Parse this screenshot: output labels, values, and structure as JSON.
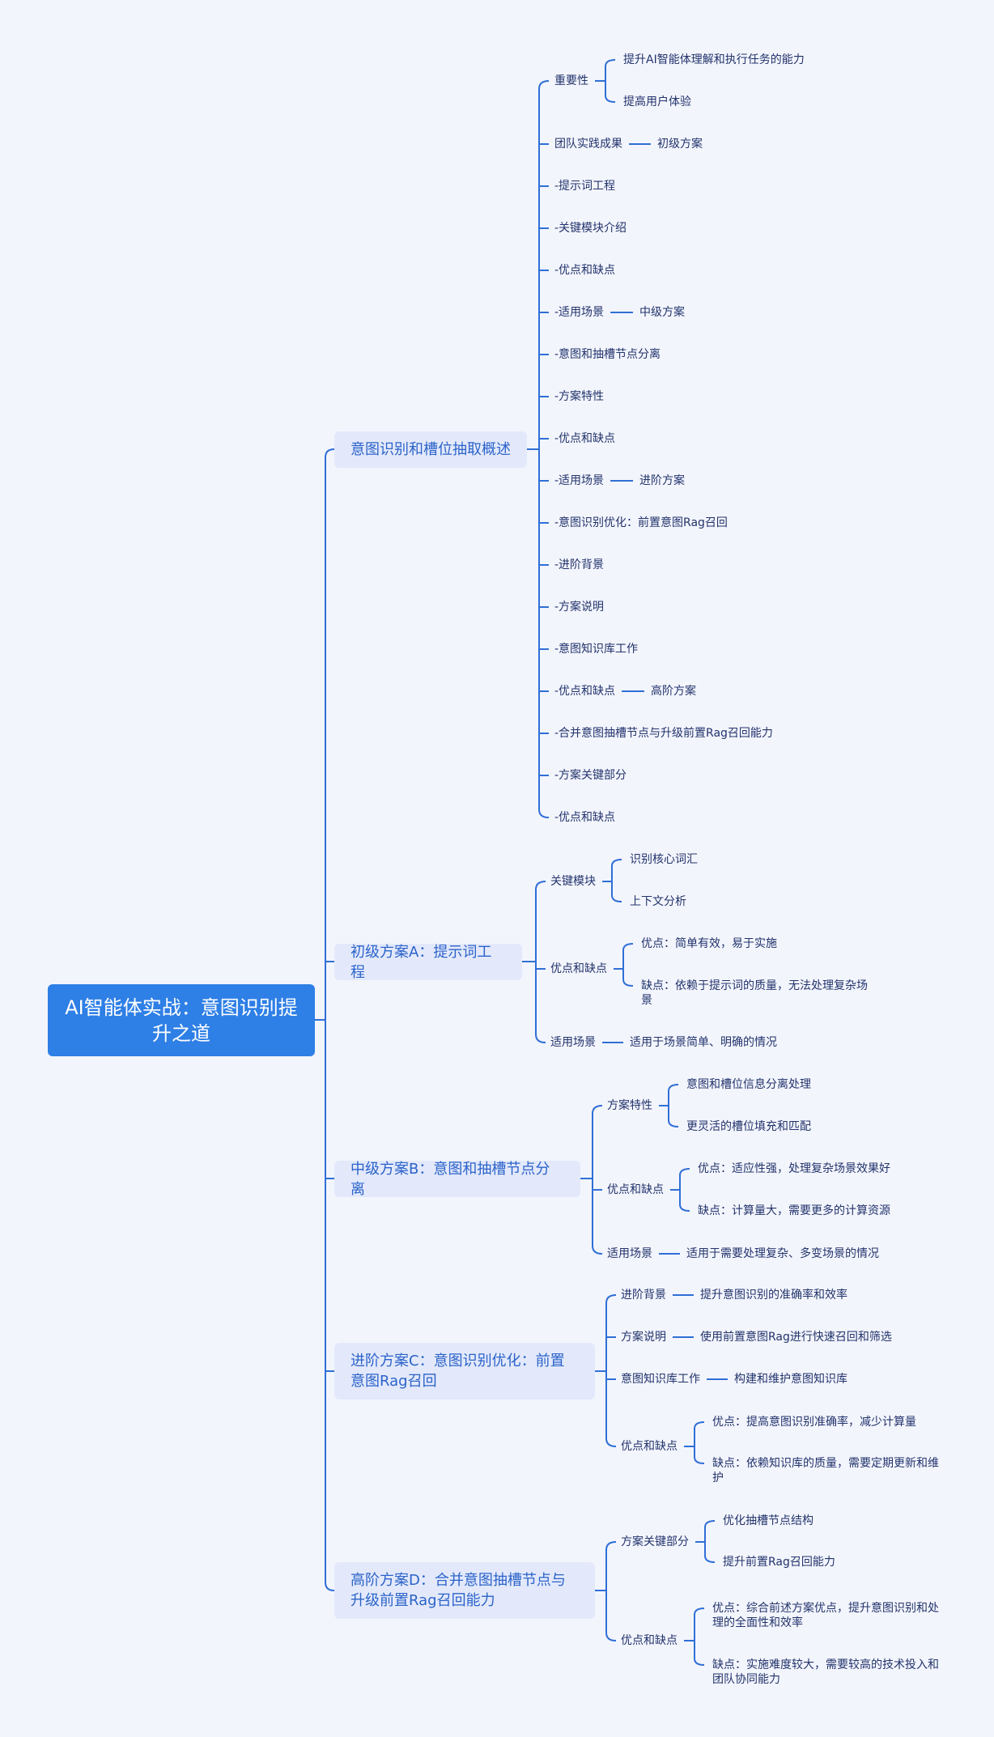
{
  "root": {
    "title": "AI智能体实战：意图识别提升之道"
  },
  "branches": [
    {
      "title": "意图识别和槽位抽取概述",
      "items": [
        {
          "label": "重要性",
          "children": [
            "提升AI智能体理解和执行任务的能力",
            "提高用户体验"
          ]
        },
        {
          "label": "团队实践成果",
          "children": [
            "初级方案"
          ]
        },
        {
          "label": "-提示词工程"
        },
        {
          "label": "-关键模块介绍"
        },
        {
          "label": "-优点和缺点"
        },
        {
          "label": "-适用场景",
          "children": [
            "中级方案"
          ]
        },
        {
          "label": "-意图和抽槽节点分离"
        },
        {
          "label": "-方案特性"
        },
        {
          "label": "-优点和缺点"
        },
        {
          "label": "-适用场景",
          "children": [
            "进阶方案"
          ]
        },
        {
          "label": "-意图识别优化：前置意图Rag召回"
        },
        {
          "label": "-进阶背景"
        },
        {
          "label": "-方案说明"
        },
        {
          "label": "-意图知识库工作"
        },
        {
          "label": "-优点和缺点",
          "children": [
            "高阶方案"
          ]
        },
        {
          "label": "-合并意图抽槽节点与升级前置Rag召回能力"
        },
        {
          "label": "-方案关键部分"
        },
        {
          "label": "-优点和缺点"
        }
      ]
    },
    {
      "title": "初级方案A：提示词工程",
      "items": [
        {
          "label": "关键模块",
          "children": [
            "识别核心词汇",
            "上下文分析"
          ]
        },
        {
          "label": "优点和缺点",
          "children": [
            "优点：简单有效，易于实施",
            "缺点：依赖于提示词的质量，无法处理复杂场景"
          ]
        },
        {
          "label": "适用场景",
          "children": [
            "适用于场景简单、明确的情况"
          ]
        }
      ]
    },
    {
      "title": "中级方案B：意图和抽槽节点分离",
      "items": [
        {
          "label": "方案特性",
          "children": [
            "意图和槽位信息分离处理",
            "更灵活的槽位填充和匹配"
          ]
        },
        {
          "label": "优点和缺点",
          "children": [
            "优点：适应性强，处理复杂场景效果好",
            "缺点：计算量大，需要更多的计算资源"
          ]
        },
        {
          "label": "适用场景",
          "children": [
            "适用于需要处理复杂、多变场景的情况"
          ]
        }
      ]
    },
    {
      "title": "进阶方案C：意图识别优化：前置意图Rag召回",
      "items": [
        {
          "label": "进阶背景",
          "children": [
            "提升意图识别的准确率和效率"
          ]
        },
        {
          "label": "方案说明",
          "children": [
            "使用前置意图Rag进行快速召回和筛选"
          ]
        },
        {
          "label": "意图知识库工作",
          "children": [
            "构建和维护意图知识库"
          ]
        },
        {
          "label": "优点和缺点",
          "children": [
            "优点：提高意图识别准确率，减少计算量",
            "缺点：依赖知识库的质量，需要定期更新和维护"
          ]
        }
      ]
    },
    {
      "title": "高阶方案D：合并意图抽槽节点与升级前置Rag召回能力",
      "items": [
        {
          "label": "方案关键部分",
          "children": [
            "优化抽槽节点结构",
            "提升前置Rag召回能力"
          ]
        },
        {
          "label": "优点和缺点",
          "children": [
            "优点：综合前述方案优点，提升意图识别和处理的全面性和效率",
            "缺点：实施难度较大，需要较高的技术投入和团队协同能力"
          ]
        }
      ]
    }
  ],
  "colors": {
    "root_bg": "#2e7fe6",
    "branch_bg": "#e3e9fb",
    "branch_text": "#2b63c9",
    "line": "#2f6fd6",
    "text": "#22336b"
  }
}
